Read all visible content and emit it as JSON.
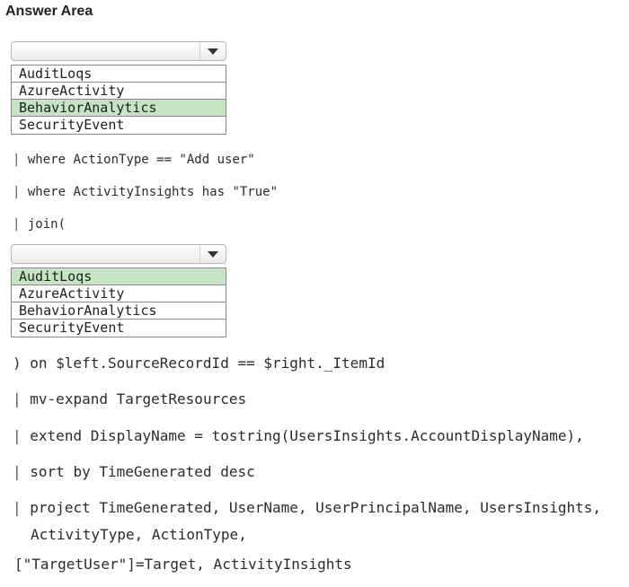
{
  "title": "Answer Area",
  "dropdown1": {
    "selected_value": "",
    "options": [
      "AuditLoqs",
      "AzureActivity",
      "BehaviorAnalytics",
      "SecurityEvent"
    ],
    "highlighted": "BehaviorAnalytics"
  },
  "dropdown2": {
    "selected_value": "",
    "options": [
      "AuditLoqs",
      "AzureActivity",
      "BehaviorAnalytics",
      "SecurityEvent"
    ],
    "highlighted": "AuditLoqs"
  },
  "code": {
    "pipe": "|",
    "line1": "where ActionType == \"Add user\"",
    "line2": "where ActivityInsights has \"True\"",
    "line3": "join(",
    "line4": ") on $left.SourceRecordId == $right._ItemId",
    "line5": "mv-expand TargetResources",
    "line6": "extend DisplayName = tostring(UsersInsights.AccountDisplayName),",
    "line7": "sort by TimeGenerated desc",
    "line8": "project TimeGenerated, UserName, UserPrincipalName, UsersInsights,",
    "line9": "ActivityType, ActionType,",
    "line10": "[\"TargetUser\"]=Target, ActivityInsights"
  },
  "colors": {
    "highlight": "#c6e3c4"
  },
  "icons": {
    "dropdown_arrow": "chevron-down-icon"
  }
}
